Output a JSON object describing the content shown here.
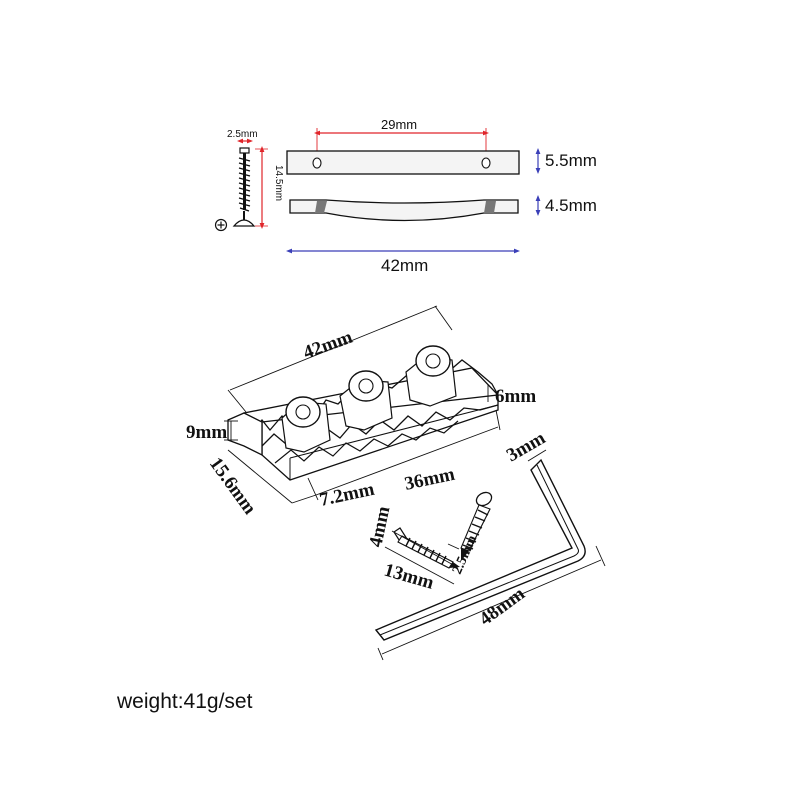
{
  "top_view": {
    "screw_diameter": "2.5mm",
    "screw_length": "14.5mm",
    "hole_spacing": "29mm",
    "top_plate_height": "5.5mm",
    "bottom_plate_height": "4.5mm",
    "plate_length": "42mm"
  },
  "nut_view": {
    "length": "42mm",
    "height": "9mm",
    "depth": "15.6mm",
    "pad_width": "7.2mm",
    "pad_spacing": "36mm",
    "right_height": "6mm"
  },
  "hardware": {
    "screw_length": "13mm",
    "screw_head": "4mm",
    "small_screw_diameter": "2.5mm",
    "wrench_size": "3mm",
    "wrench_length": "48mm"
  },
  "footer": {
    "weight": "weight:41g/set"
  },
  "colors": {
    "dimension_red": "#e0252a",
    "dimension_blue": "#3a3fb8",
    "line": "#111111"
  }
}
